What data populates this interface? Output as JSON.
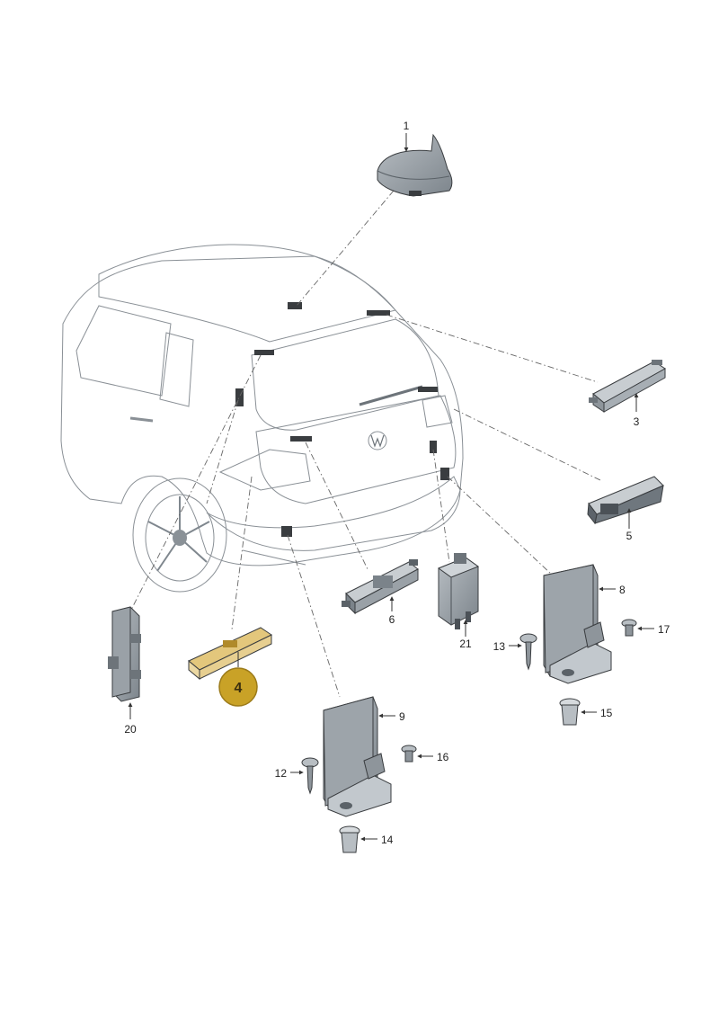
{
  "parts": [
    {
      "id": "p1",
      "number": "1"
    },
    {
      "id": "p3",
      "number": "3"
    },
    {
      "id": "p4",
      "number": "4",
      "highlighted": true
    },
    {
      "id": "p5",
      "number": "5"
    },
    {
      "id": "p6",
      "number": "6"
    },
    {
      "id": "p8",
      "number": "8"
    },
    {
      "id": "p9",
      "number": "9"
    },
    {
      "id": "p12",
      "number": "12"
    },
    {
      "id": "p13",
      "number": "13"
    },
    {
      "id": "p14",
      "number": "14"
    },
    {
      "id": "p15",
      "number": "15"
    },
    {
      "id": "p16",
      "number": "16"
    },
    {
      "id": "p17",
      "number": "17"
    },
    {
      "id": "p20",
      "number": "20"
    },
    {
      "id": "p21",
      "number": "21"
    }
  ],
  "colors": {
    "highlight_badge": "#c9a227",
    "highlight_part": "#e3c77c",
    "part_dark": "#9aa0a6",
    "car_body": "#e8ecef"
  },
  "icons": {
    "leader_arrow": "arrow-right-icon"
  }
}
